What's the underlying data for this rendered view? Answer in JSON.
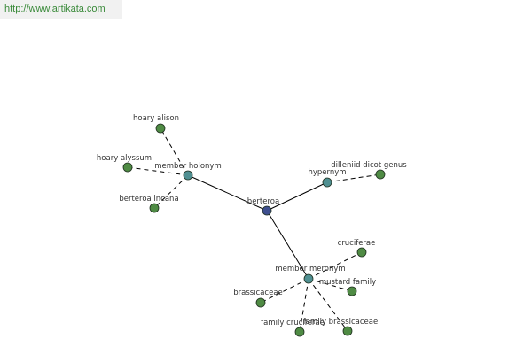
{
  "header": {
    "url_text": "http://www.artikata.com"
  },
  "colors": {
    "center": "#3e4f8f",
    "relation": "#4f8f91",
    "leaf": "#4f8b44",
    "edge": "#000000",
    "stroke": "#1f2f1f"
  },
  "graph": {
    "nodes": [
      {
        "id": "berteroa",
        "label": "berteroa",
        "kind": "center"
      },
      {
        "id": "member-holonym",
        "label": "member holonym",
        "kind": "relation"
      },
      {
        "id": "hypernym",
        "label": "hypernym",
        "kind": "relation"
      },
      {
        "id": "member-meronym",
        "label": "member meronym",
        "kind": "relation"
      },
      {
        "id": "hoary-alison",
        "label": "hoary alison",
        "kind": "leaf"
      },
      {
        "id": "hoary-alyssum",
        "label": "hoary alyssum",
        "kind": "leaf"
      },
      {
        "id": "berteroa-incana",
        "label": "berteroa incana",
        "kind": "leaf"
      },
      {
        "id": "dilleniid-dicot-genus",
        "label": "dilleniid dicot genus",
        "kind": "leaf"
      },
      {
        "id": "cruciferae",
        "label": "cruciferae",
        "kind": "leaf"
      },
      {
        "id": "mustard-family",
        "label": "mustard family",
        "kind": "leaf"
      },
      {
        "id": "brassicaceae",
        "label": "brassicaceae",
        "kind": "leaf"
      },
      {
        "id": "family-cruciferae",
        "label": "family cruciferae",
        "kind": "leaf"
      },
      {
        "id": "family-brassicaceae",
        "label": "family brassicaceae",
        "kind": "leaf"
      }
    ],
    "edges": [
      {
        "from": "berteroa",
        "to": "member-holonym",
        "style": "solid"
      },
      {
        "from": "berteroa",
        "to": "hypernym",
        "style": "solid"
      },
      {
        "from": "berteroa",
        "to": "member-meronym",
        "style": "solid"
      },
      {
        "from": "member-holonym",
        "to": "hoary-alison",
        "style": "dashed"
      },
      {
        "from": "member-holonym",
        "to": "hoary-alyssum",
        "style": "dashed"
      },
      {
        "from": "member-holonym",
        "to": "berteroa-incana",
        "style": "dashed"
      },
      {
        "from": "hypernym",
        "to": "dilleniid-dicot-genus",
        "style": "dashed"
      },
      {
        "from": "member-meronym",
        "to": "cruciferae",
        "style": "dashed"
      },
      {
        "from": "member-meronym",
        "to": "mustard-family",
        "style": "dashed"
      },
      {
        "from": "member-meronym",
        "to": "brassicaceae",
        "style": "dashed"
      },
      {
        "from": "member-meronym",
        "to": "family-cruciferae",
        "style": "dashed"
      },
      {
        "from": "member-meronym",
        "to": "family-brassicaceae",
        "style": "dashed"
      }
    ]
  }
}
